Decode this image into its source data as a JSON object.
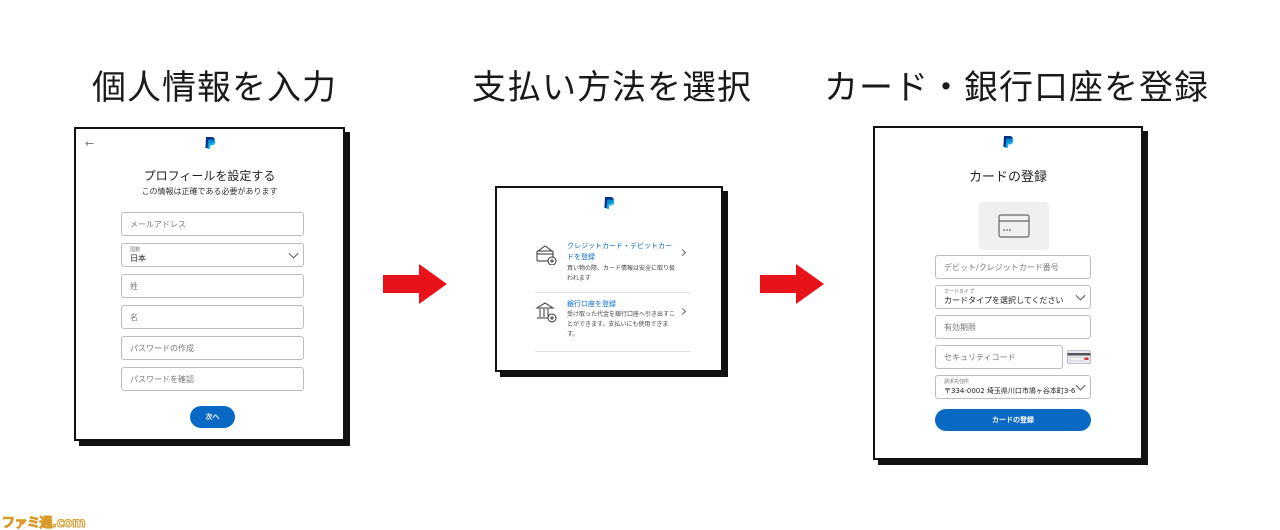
{
  "steps": [
    {
      "title": "個人情報を入力"
    },
    {
      "title": "支払い方法を選択"
    },
    {
      "title": "カード・銀行口座を登録"
    }
  ],
  "profile_panel": {
    "heading": "プロフィールを設定する",
    "subheading": "この情報は正確である必要があります",
    "email_placeholder": "メールアドレス",
    "country_label": "国籍",
    "country_value": "日本",
    "last_name_placeholder": "姓",
    "first_name_placeholder": "名",
    "password_placeholder": "パスワードの作成",
    "password_confirm_placeholder": "パスワードを確認",
    "next_button": "次へ"
  },
  "payment_panel": {
    "options": [
      {
        "title": "クレジットカード・デビットカードを登録",
        "desc": "買い物の際、カード情報は安全に取り扱われます",
        "icon": "card-add-icon"
      },
      {
        "title": "銀行口座を登録",
        "desc": "受け取った代金を銀行口座へ引き出すことができます。支払いにも使用できます。",
        "icon": "bank-add-icon"
      }
    ]
  },
  "card_panel": {
    "heading": "カードの登録",
    "card_number_placeholder": "デビット/クレジットカード番号",
    "card_type_label": "カードタイプ",
    "card_type_value": "カードタイプを選択してください",
    "expiry_placeholder": "有効期限",
    "security_code_placeholder": "セキュリティコード",
    "billing_label": "請求先住所",
    "billing_value": "〒334-0002 埼玉県川口市鳩ヶ谷本町3-6",
    "register_button": "カードの登録"
  },
  "watermark": "ファミ通.com",
  "colors": {
    "accent": "#0a69c4",
    "arrow": "#e8121a"
  }
}
